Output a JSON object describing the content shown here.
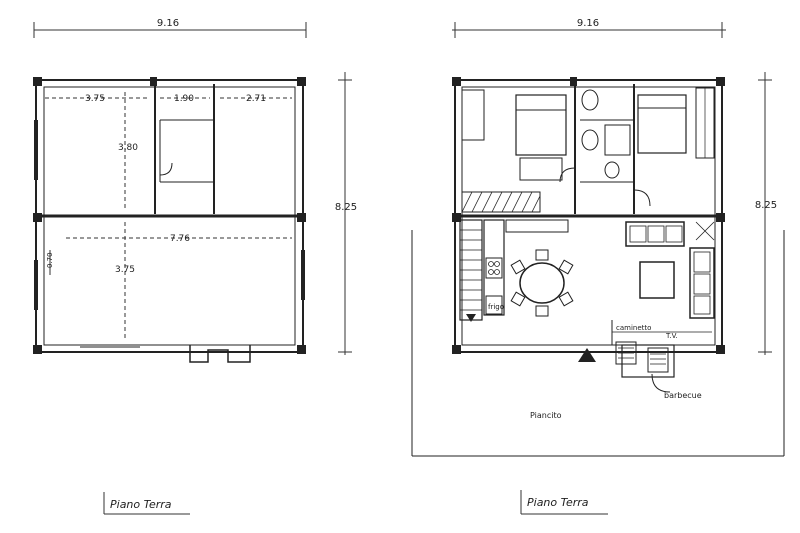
{
  "left_plan": {
    "overall_width": "9.16",
    "overall_depth": "8.25",
    "rooms": {
      "left_room_width": "3.75",
      "middle_room_width": "1.90",
      "right_room_width": "2.71",
      "upper_room_depth": "3.80",
      "living_width": "7.76",
      "living_depth": "3.75",
      "small_dim": "0.70"
    },
    "caption": "Piano Terra"
  },
  "right_plan": {
    "overall_width": "9.16",
    "overall_depth": "8.25",
    "labels": {
      "fridge": "frigo",
      "fireplace": "caminetto",
      "tv": "T.V.",
      "barbecue": "barbecue",
      "terrace": "Piancito"
    },
    "caption": "Piano Terra"
  }
}
